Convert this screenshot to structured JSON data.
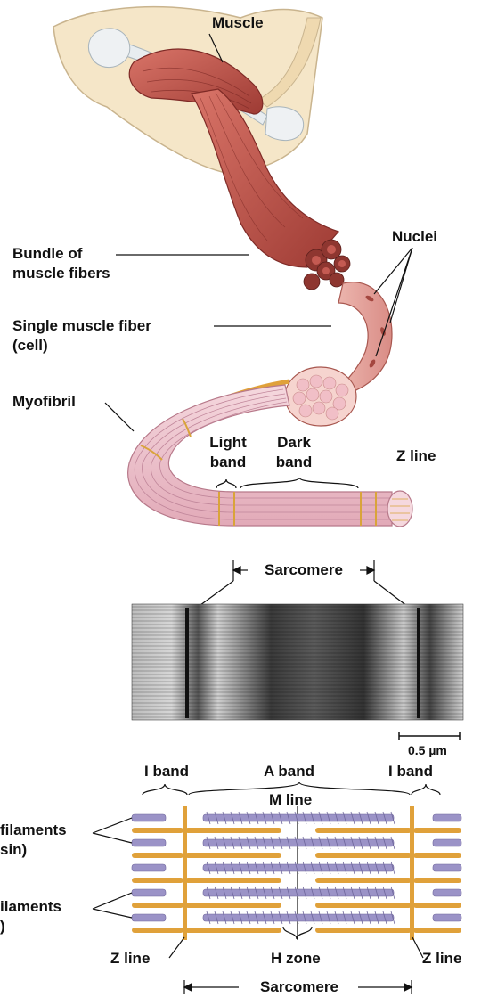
{
  "labels": {
    "muscle": "Muscle",
    "bundle_line1": "Bundle of",
    "bundle_line2": "muscle fibers",
    "nuclei": "Nuclei",
    "single_fiber_line1": "Single muscle fiber",
    "single_fiber_line2": "(cell)",
    "myofibril": "Myofibril",
    "light_band_line1": "Light",
    "light_band_line2": "band",
    "dark_band_line1": "Dark",
    "dark_band_line2": "band",
    "z_line_top": "Z line",
    "sarcomere_top": "Sarcomere",
    "scale_bar": "0.5 µm",
    "i_band_left": "I band",
    "a_band": "A band",
    "i_band_right": "I band",
    "m_line": "M line",
    "thick_filaments_line1": "filaments",
    "thick_filaments_line2": "sin)",
    "thin_filaments_line1": "ilaments",
    "thin_filaments_line2": ")",
    "z_line_left": "Z line",
    "h_zone": "H zone",
    "z_line_right": "Z line",
    "sarcomere_bottom": "Sarcomere"
  },
  "colors": {
    "muscle": "#c0564d",
    "muscle_dark": "#7e2a26",
    "fiber": "#e9a7a0",
    "myofibril": "#efc6cf",
    "band_line": "#d9a43a",
    "thin_filament": "#e0a13a",
    "thick_filament": "#9b93c7",
    "skin": "#f4e4c6"
  }
}
